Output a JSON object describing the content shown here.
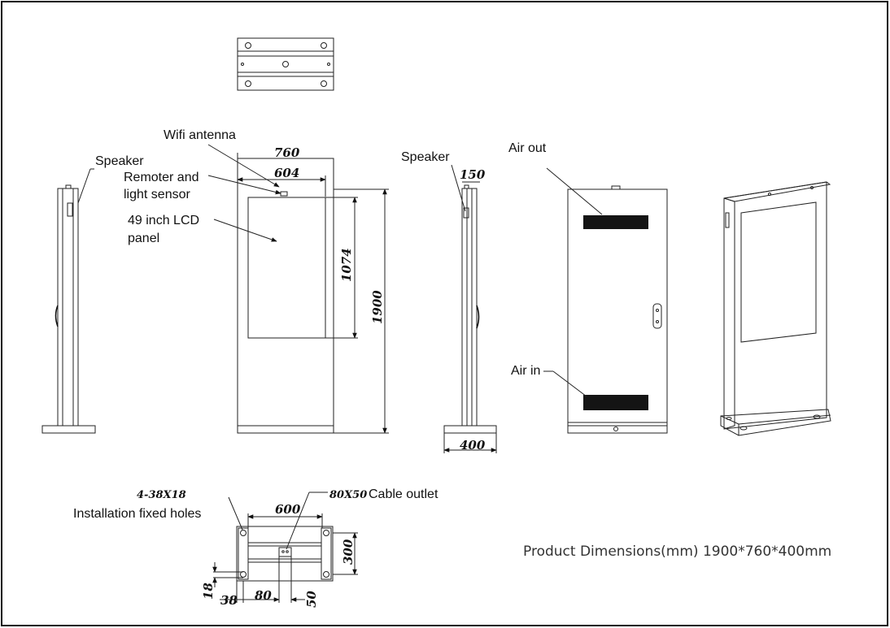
{
  "labels": {
    "wifi_antenna": "Wifi antenna",
    "speaker_left": "Speaker",
    "speaker_right": "Speaker",
    "remoter_line1": "Remoter and",
    "remoter_line2": "light sensor",
    "lcd_line1": "49 inch LCD",
    "lcd_line2": "panel",
    "air_out": "Air out",
    "air_in": "Air in",
    "holes_spec": "4-38X18",
    "installation_holes": "Installation fixed holes",
    "cable_spec": "80X50",
    "cable_outlet": "Cable outlet",
    "product_dimensions": "Product Dimensions(mm) 1900*760*400mm"
  },
  "dimensions": {
    "width_760": "760",
    "width_604": "604",
    "height_1074": "1074",
    "height_1900": "1900",
    "depth_150": "150",
    "depth_400": "400",
    "base_600": "600",
    "base_300": "300",
    "base_18": "18",
    "base_38": "38",
    "base_80": "80",
    "base_50": "50"
  }
}
